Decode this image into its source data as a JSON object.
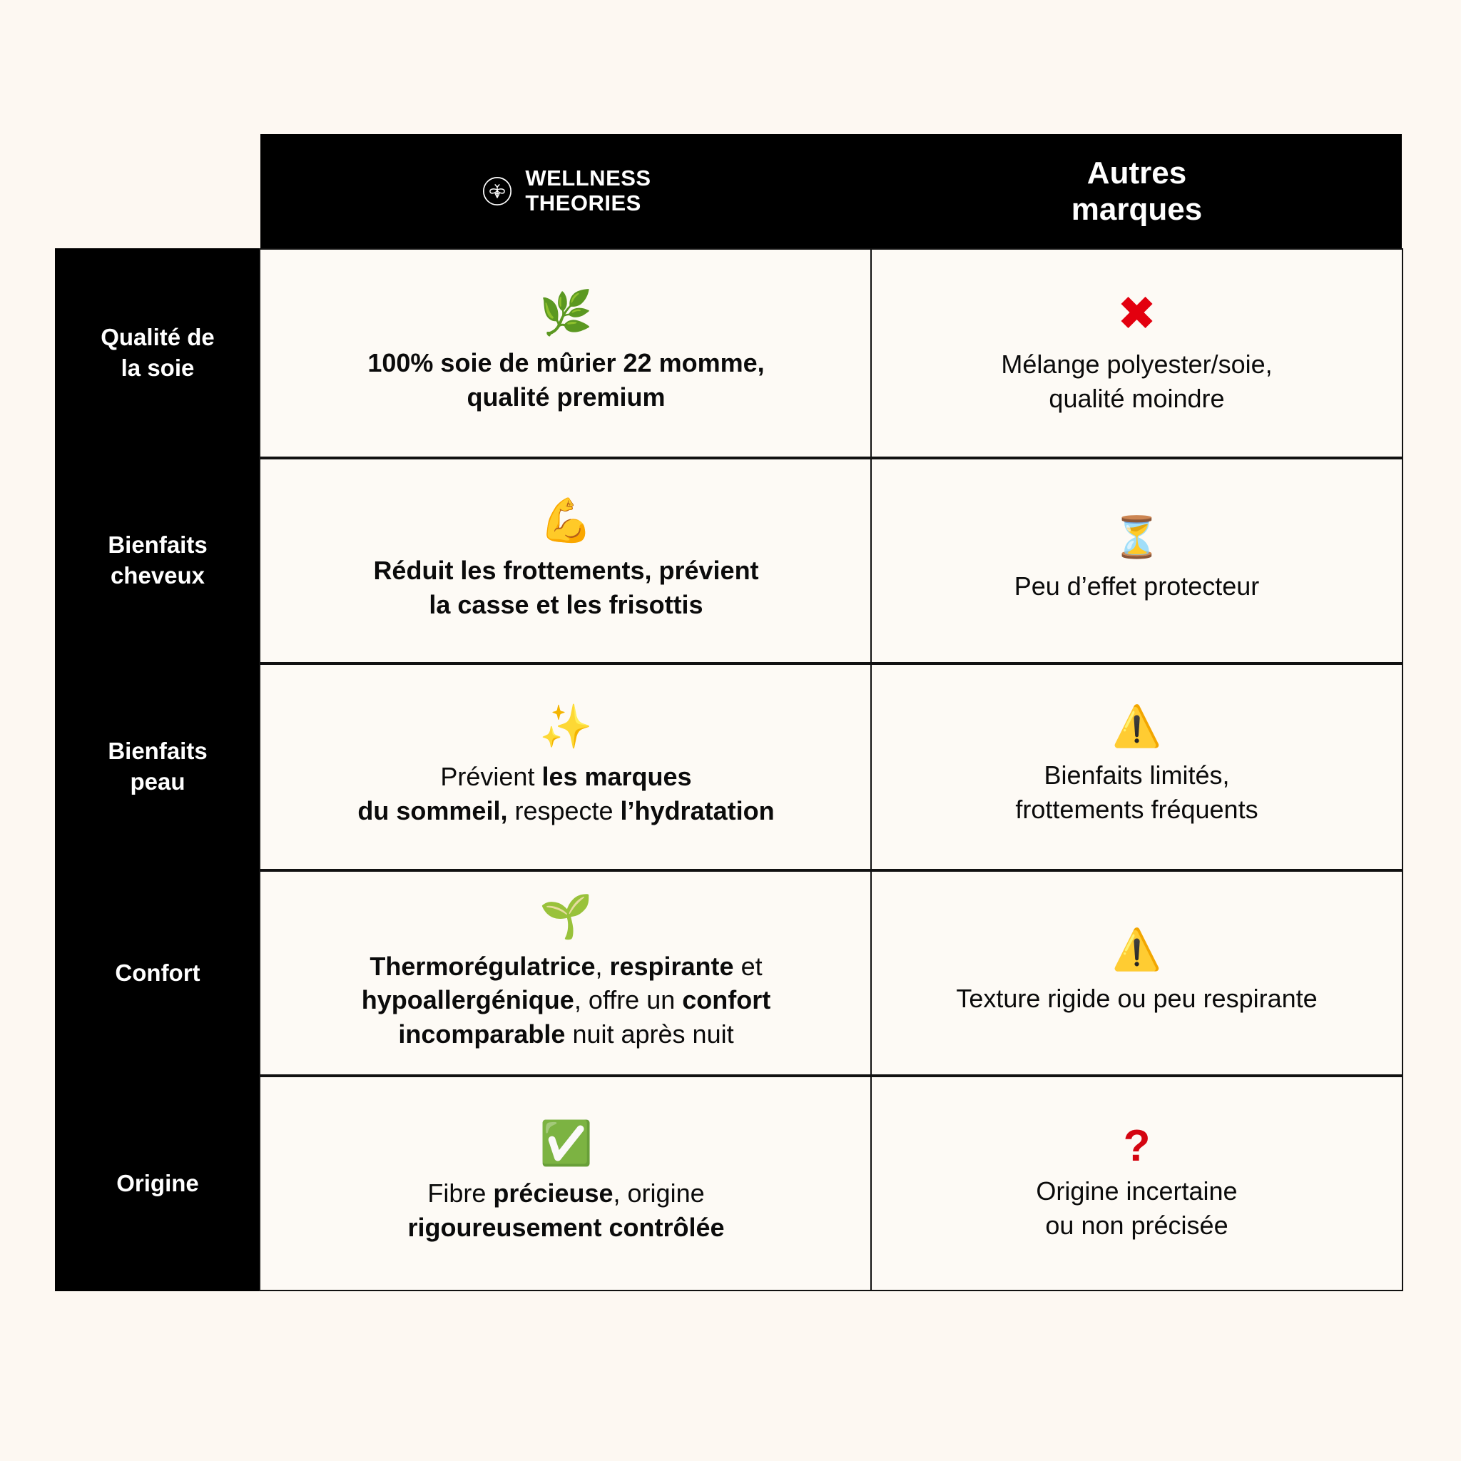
{
  "background_color": "#FDF8F2",
  "header": {
    "brand": {
      "icon": "bee-logo-icon",
      "line1": "WELLNESS",
      "line2": "THEORIES"
    },
    "other": {
      "line1": "Autres",
      "line2": "marques"
    }
  },
  "colors": {
    "header_bg": "#000000",
    "label_bg": "#000000",
    "cell_bg": "#FDFAF5",
    "border": "#111111",
    "red": "#E3000F",
    "green": "#1FA42B",
    "yellow": "#F7C600"
  },
  "rows": [
    {
      "label": "Qualité de\nla soie",
      "label_line1": "Qualité de",
      "label_line2": "la soie",
      "brand": {
        "icon": "herb-leaf-emoji",
        "emoji": "🌿",
        "text_html": "100% soie de mûrier 22 momme,<br>qualité premium",
        "text_plain": "100% soie de mûrier 22 momme, qualité premium",
        "weight": "bold"
      },
      "other": {
        "icon": "red-cross-mark-icon",
        "emoji": "✖",
        "text_html": "Mélange polyester/soie,<br>qualité moindre",
        "text_plain": "Mélange polyester/soie, qualité moindre",
        "weight": "regular"
      }
    },
    {
      "label": "Bienfaits\ncheveux",
      "label_line1": "Bienfaits",
      "label_line2": "cheveux",
      "brand": {
        "icon": "flexed-biceps-emoji",
        "emoji": "💪",
        "text_html": "Réduit les frottements, prévient<br>la casse et les frisottis",
        "text_plain": "Réduit les frottements, prévient la casse et les frisottis",
        "weight": "bold"
      },
      "other": {
        "icon": "hourglass-emoji",
        "emoji": "⏳",
        "text_html": "Peu d’effet protecteur",
        "text_plain": "Peu d’effet protecteur",
        "weight": "regular"
      }
    },
    {
      "label": "Bienfaits\npeau",
      "label_line1": "Bienfaits",
      "label_line2": "peau",
      "brand": {
        "icon": "sparkles-emoji",
        "emoji": "✨",
        "text_html": "Prévient <b>les marques</b><br><b>du sommeil,</b> respecte <b>l’hydratation</b>",
        "text_plain": "Prévient les marques du sommeil, respecte l’hydratation",
        "weight": "mixed"
      },
      "other": {
        "icon": "warning-sign-emoji",
        "emoji": "⚠️",
        "text_html": "Bienfaits limités,<br>frottements fréquents",
        "text_plain": "Bienfaits limités, frottements fréquents",
        "weight": "regular"
      }
    },
    {
      "label": "Confort",
      "label_line1": "Confort",
      "label_line2": "",
      "brand": {
        "icon": "seedling-emoji",
        "emoji": "🌱",
        "text_html": "<b>Thermorégulatrice</b>, <b>respirante</b> et<br><b>hypoallergénique</b>, offre un <b>confort</b><br><b>incomparable</b> nuit après nuit",
        "text_plain": "Thermorégulatrice, respirante et hypoallergénique, offre un confort incomparable nuit après nuit",
        "weight": "mixed"
      },
      "other": {
        "icon": "warning-sign-emoji",
        "emoji": "⚠️",
        "text_html": "Texture rigide ou peu respirante",
        "text_plain": "Texture rigide ou peu respirante",
        "weight": "regular"
      }
    },
    {
      "label": "Origine",
      "label_line1": "Origine",
      "label_line2": "",
      "brand": {
        "icon": "check-mark-button-emoji",
        "emoji": "✅",
        "text_html": "Fibre <b>précieuse</b>, origine<br><b>rigoureusement contrôlée</b>",
        "text_plain": "Fibre précieuse, origine rigoureusement contrôlée",
        "weight": "mixed"
      },
      "other": {
        "icon": "red-question-mark-icon",
        "emoji": "?",
        "text_html": "Origine incertaine<br>ou non précisée",
        "text_plain": "Origine incertaine ou non précisée",
        "weight": "regular"
      }
    }
  ]
}
